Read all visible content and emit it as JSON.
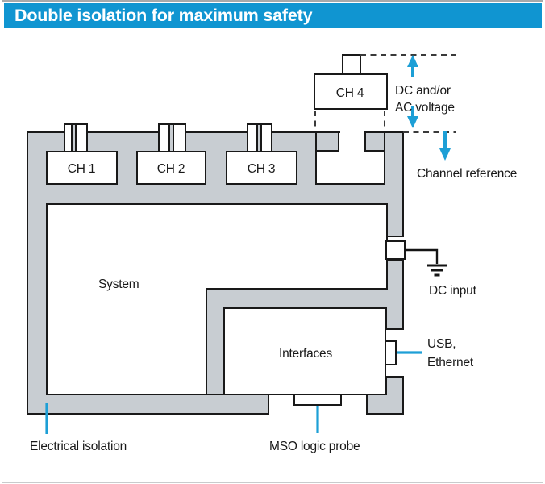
{
  "header": {
    "title": "Double isolation for maximum safety",
    "bg_color": "#1095d1",
    "text_color": "#ffffff"
  },
  "diagram": {
    "channels": [
      {
        "label": "CH 1"
      },
      {
        "label": "CH 2"
      },
      {
        "label": "CH 3"
      },
      {
        "label": "CH 4"
      }
    ],
    "blocks": {
      "system": "System",
      "interfaces": "Interfaces"
    },
    "labels": {
      "dc_ac": [
        "DC and/or",
        "AC voltage"
      ],
      "channel_reference": "Channel reference",
      "dc_input": "DC input",
      "usb_ethernet": [
        "USB,",
        "Ethernet"
      ],
      "electrical_isolation": "Electrical isolation",
      "mso_logic_probe": "MSO logic probe"
    },
    "colors": {
      "chassis_gray": "#c8cdd2",
      "outline_black": "#191919",
      "accent_cyan": "#1d9fd6"
    }
  }
}
